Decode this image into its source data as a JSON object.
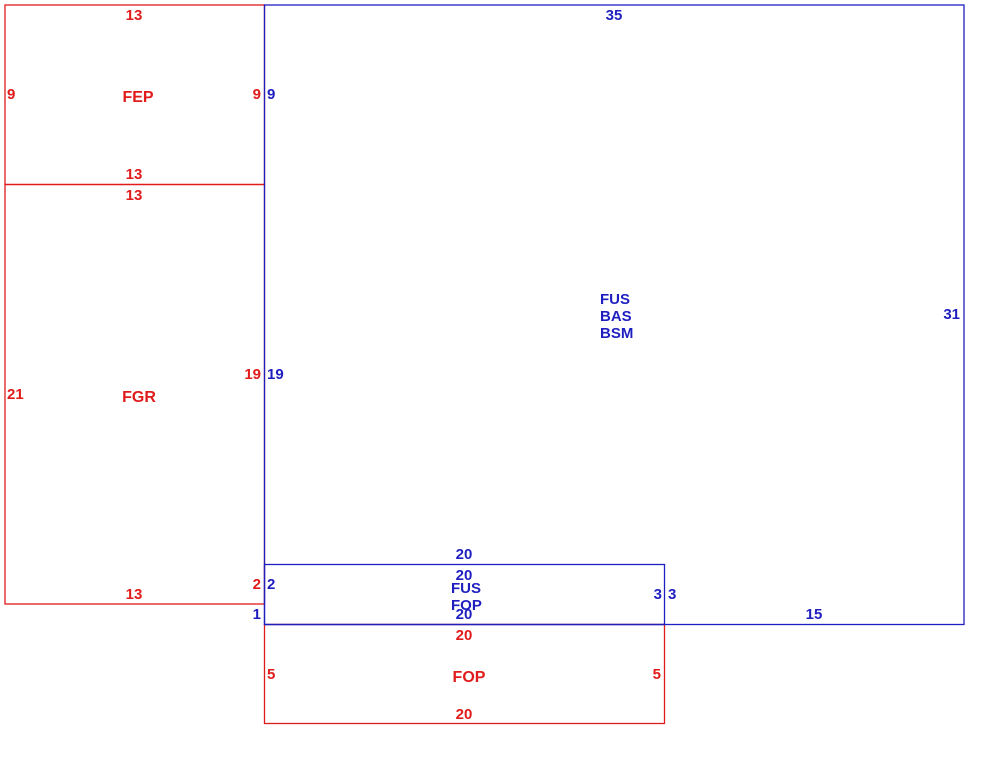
{
  "colors": {
    "red": "#e01b1b",
    "blue": "#1f1fc0",
    "background": "#ffffff"
  },
  "fep": {
    "name": "FEP",
    "top": "13",
    "bottom": "13",
    "left": "9",
    "right": "9"
  },
  "fgr": {
    "name": "FGR",
    "top": "13",
    "bottom": "13",
    "left": "21",
    "right_upper": "19",
    "right_lower": "2"
  },
  "fop_red": {
    "name": "FOP",
    "top": "20",
    "bottom": "20",
    "left": "5",
    "right": "5"
  },
  "main_blue": {
    "lines": [
      "FUS",
      "BAS",
      "BSM"
    ],
    "top": "35",
    "right": "31",
    "bottom_right": "15",
    "left_upper": "9",
    "left_middle": "19",
    "left_lower": "2",
    "corner": "1"
  },
  "fus_fop_blue": {
    "lines": [
      "FUS",
      "FOP"
    ],
    "top_outside": "20",
    "top_inside": "20",
    "bottom": "20",
    "left": "3",
    "right": "3"
  }
}
